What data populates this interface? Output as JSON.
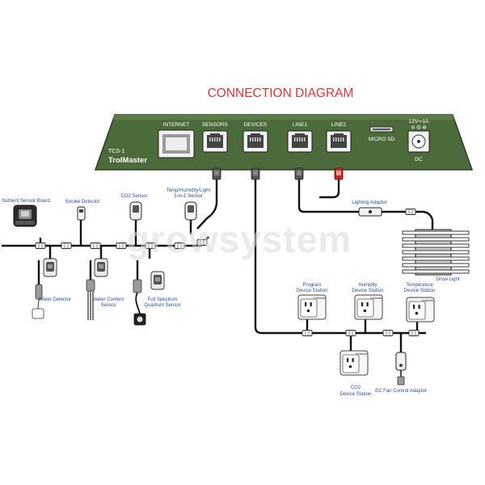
{
  "title": "CONNECTION DIAGRAM",
  "title_color": "#d9383a",
  "controller": {
    "model": "TCS-1",
    "brand": "TrolMaster",
    "panel_color": "#4d6b3a",
    "ports": {
      "internet": "INTERNET",
      "sensors": "SENSORS",
      "devices": "DEVICES",
      "line1": "LINE1",
      "line2": "LINE2",
      "micro_sd": "MICRO SD",
      "power_rating": "12V⎓1A",
      "dc": "DC"
    }
  },
  "watermark": "growsystem",
  "sensors": {
    "nutrient": "Nutrient Sensor Board",
    "smoke": "Smoke Detector",
    "co2": "CO2 Sensor",
    "temp_line1": "Temp/Humidity/Light",
    "temp_line2": "3-in-1 Sensor",
    "water_detector": "Water Detector",
    "water_content_line1": "Water Content",
    "water_content_line2": "Sensor",
    "quantum_line1": "Full Spectrum",
    "quantum_line2": "Quantum Sensor"
  },
  "lighting": {
    "adaptor": "Lighting Adaptor",
    "grow_light": "Grow Light"
  },
  "devices": {
    "program_line1": "Program",
    "program_line2": "Device Station",
    "humidity_line1": "Humidity",
    "humidity_line2": "Device Station",
    "temperature_line1": "Temperature",
    "temperature_line2": "Device Station",
    "co2_line1": "CO2",
    "co2_line2": "Device Station",
    "ec_fan": "EC Fan Control Adaptor",
    "outlet_brand": "TrolMaster"
  }
}
